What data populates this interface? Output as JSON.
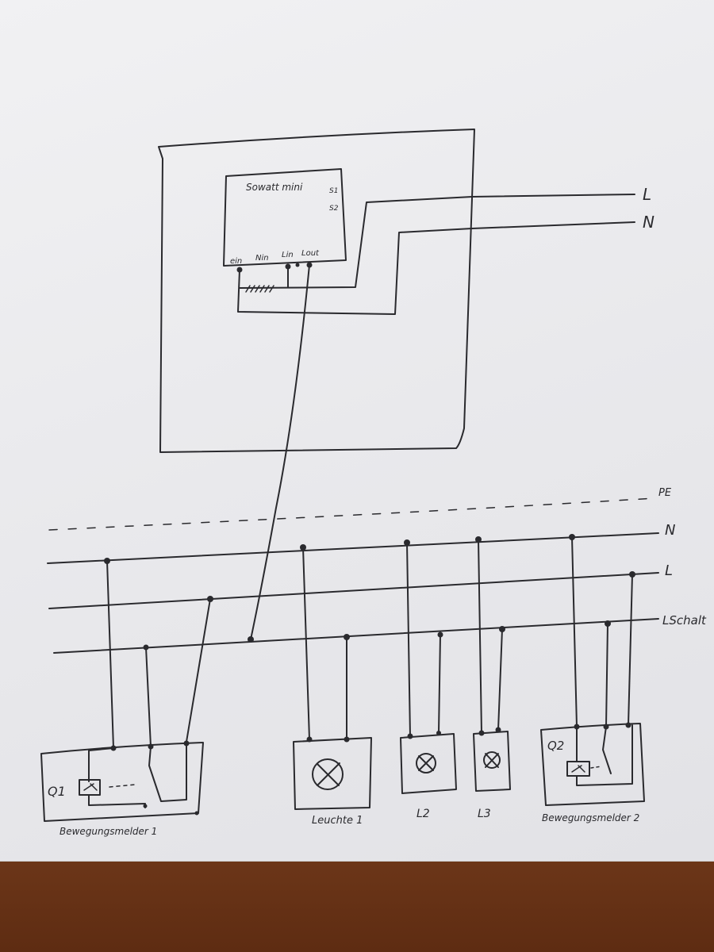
{
  "box": {
    "device": "Sowatt mini",
    "s1": "S1",
    "s2": "S2",
    "terminals": [
      "ein",
      "Nin",
      "Lin",
      "Lout"
    ]
  },
  "incoming": {
    "l": "L",
    "n": "N"
  },
  "rails": {
    "pe": "PE",
    "n": "N",
    "l": "L",
    "lschalt": "LSchalt"
  },
  "devices": {
    "q1": "Q1",
    "q2": "Q2",
    "bm1": "Bewegungsmelder 1",
    "leuchte1": "Leuchte 1",
    "l2": "L2",
    "l3": "L3",
    "bm2": "Bewegungsmelder 2"
  }
}
